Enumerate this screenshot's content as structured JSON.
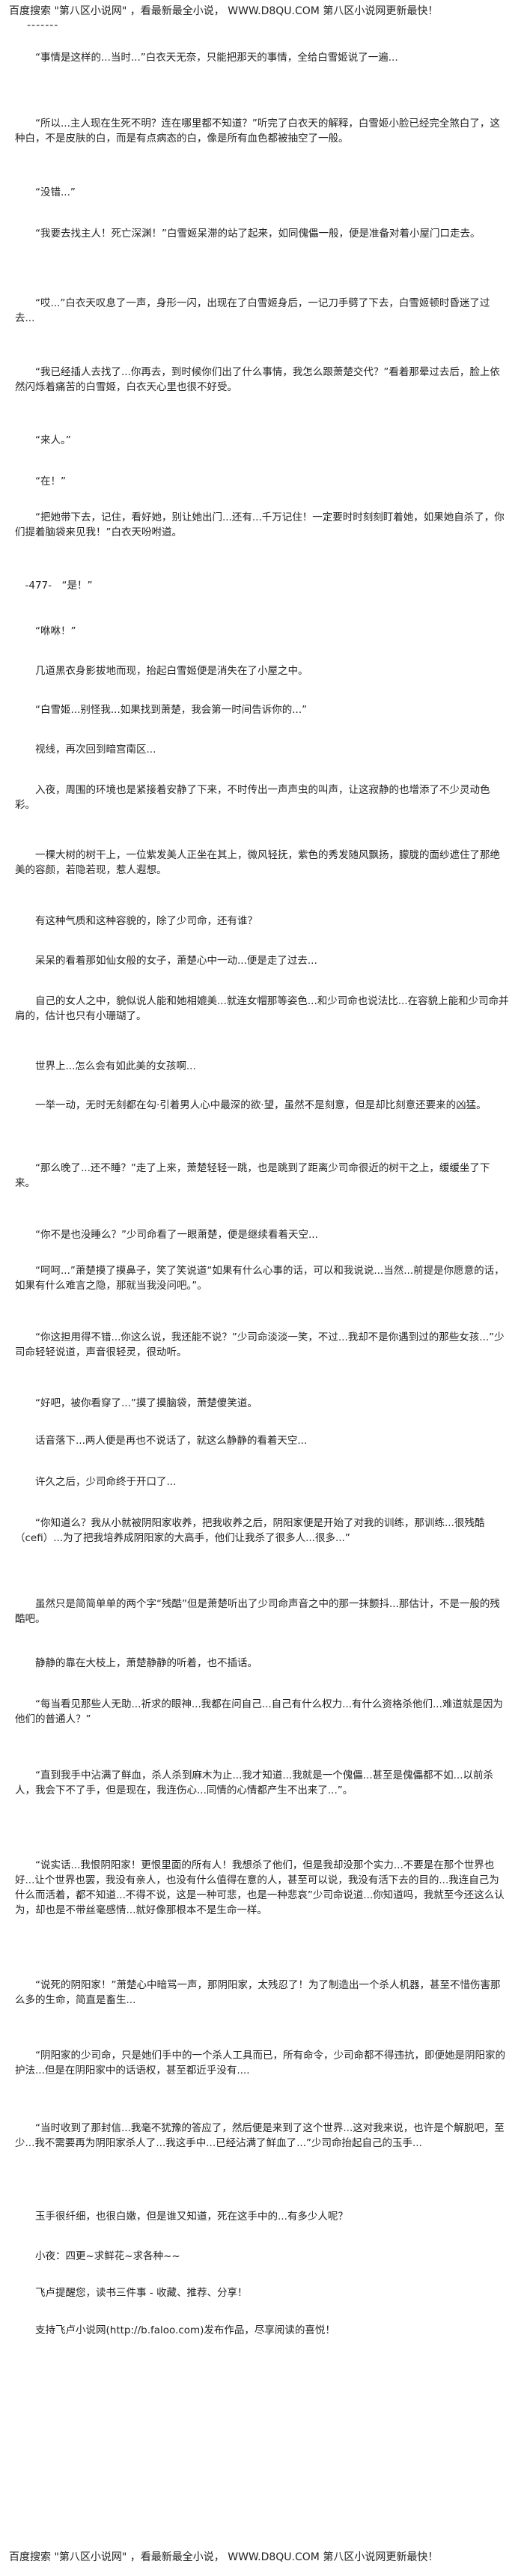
{
  "header": {
    "banner": "百度搜索 \"第八区小说网\" ，看最新最全小说， WWW.D8QU.COM  第八区小说网更新最快！",
    "dashes": "-------"
  },
  "paragraphs": [
    "　　“事情是这样的...当时...”白衣天无奈，只能把那天的事情，全给白雪姬说了一遍...",
    "　　“所以...主人现在生死不明？连在哪里都不知道？”听完了白衣天的解释，白雪姬小脸已经完全煞白了，这种白，不是皮肤的白，而是有点病态的白，像是所有血色都被抽空了一般。",
    "　　“没错...”",
    "　　“我要去找主人！死亡深渊！”白雪姬呆滞的站了起来，如同傀儡一般，便是准备对着小屋门口走去。",
    "　　“哎...”白衣天叹息了一声，身形一闪，出现在了白雪姬身后，一记刀手劈了下去，白雪姬顿时昏迷了过去...",
    "　　“我已经插人去找了...你再去，到时候你们出了什么事情，我怎么跟萧楚交代？”看着那晕过去后，脸上依然闪烁着痛苦的白雪姬，白衣天心里也很不好受。",
    "　　“来人。”",
    "　　“在！”",
    "　　“把她带下去，记住，看好她，别让她出门...还有...千万记住！一定要时时刻刻盯着她，如果她自杀了，你们提着脑袋来见我！”白衣天吩咐道。",
    "　-477-　“是！”",
    "　　“咻咻！”",
    "　　几道黑衣身影拔地而现，抬起白雪姬便是消失在了小屋之中。",
    "　　“白雪姬...别怪我...如果找到萧楚，我会第一时间告诉你的...”",
    "　　视线，再次回到暗宫南区...",
    "　　入夜，周围的环境也是紧接着安静了下来，不时传出一声声虫的叫声，让这寂静的也增添了不少灵动色彩。",
    "　　一棵大树的树干上，一位紫发美人正坐在其上，微风轻抚，紫色的秀发随风飘扬，朦胧的面纱遮住了那绝美的容颜，若隐若现，惹人遐想。",
    "　　有这种气质和这种容貌的，除了少司命，还有谁？",
    "　　呆呆的看着那如仙女般的女子，萧楚心中一动...便是走了过去...",
    "　　自己的女人之中，貌似说人能和她相媲美...就连女帽那等姿色...和少司命也说法比...在容貌上能和少司命并肩的，估计也只有小珊瑚了。",
    "　　世界上...怎么会有如此美的女孩啊...",
    "　　一举一动，无时无刻都在勾·引着男人心中最深的欲·望，虽然不是刻意，但是却比刻意还要来的凶猛。",
    "　　“那么晚了...还不睡？”走了上来，萧楚轻轻一跳，也是跳到了距离少司命很近的树干之上，缓缓坐了下来。",
    "　　“你不是也没睡么？”少司命看了一眼萧楚，便是继续看着天空...",
    "　　“呵呵...”萧楚摸了摸鼻子，笑了笑说道“如果有什么心事的话，可以和我说说...当然...前提是你愿意的话，如果有什么难言之隐，那就当我没问吧。”。",
    "　　“你这担用得不错...你这么说，我还能不说？”少司命淡淡一笑，不过...我却不是你遇到过的那些女孩...”少司命轻轻说道，声音很轻灵，很动听。",
    "　　“好吧，被你看穿了...”摸了摸脑袋，萧楚傻笑道。",
    "　　话音落下...两人便是再也不说话了，就这么静静的看着天空...",
    "　　许久之后，少司命终于开口了...",
    "　　“你知道么？我从小就被阴阳家收养，把我收养之后，阴阳家便是开始了对我的训练，那训练...很残酷（cefi）...为了把我培养成阴阳家的大高手，他们让我杀了很多人...很多...”",
    "　　虽然只是简简单单的两个字“残酷”但是萧楚听出了少司命声音之中的那一抹颤抖...那估计，不是一般的残酷吧。",
    "　　静静的靠在大枝上，萧楚静静的听着，也不插话。",
    "　　“每当看见那些人无助...祈求的眼神...我都在问自己...自己有什么权力...有什么资格杀他们...难道就是因为他们的普通人？”",
    "　　“直到我手中沾满了鲜血，杀人杀到麻木为止...我才知道...我就是一个傀儡...甚至是傀儡都不如...以前杀人，我会下不了手，但是现在，我连伤心...同情的心情都产生不出来了...”。",
    "　　“说实话...我恨阴阳家！更恨里面的所有人！我想杀了他们，但是我却没那个实力...不要是在那个世界也好...让个世界也罢，我没有亲人，也没有什么值得在意的人，甚至可以说，我没有活下去的目的...我连自己为什么而活着，都不知道...不得不说，这是一种可悲，也是一种悲哀”少司命说道...你知道吗，我就至今还这么认为，却也是不带丝毫感情...就好像那根本不是生命一样。",
    "　　“说死的阴阳家！”萧楚心中暗骂一声，那阴阳家，太残忍了！为了制造出一个杀人机器，甚至不惜伤害那么多的生命，简直是畜生...",
    "　　“阴阳家的少司命，只是她们手中的一个杀人工具而已，所有命令，少司命都不得违抗，即便她是阴阳家的护法...但是在阴阳家中的话语权，甚至都近乎没有....",
    "　　“当时收到了那封信...我毫不犹豫的答应了，然后便是来到了这个世界...这对我来说，也许是个解脱吧，至少...我不需要再为阴阳家杀人了...我这手中...已经沾满了鲜血了...”少司命抬起自己的玉手...",
    "　　玉手很纤细，也很白嫩，但是谁又知道，死在这手中的...有多少人呢？",
    "　　小夜：四更~求鲜花~求各种~~",
    "　　飞卢提醒您，读书三件事 - 收藏、推荐、分享！",
    "　　支持飞卢小说网(http://b.faloo.com)发布作品，尽享阅读的喜悦！"
  ],
  "footer": {
    "banner": "百度搜索 \"第八区小说网\" ，看最新最全小说， WWW.D8QU.COM  第八区小说网更新最快！"
  }
}
